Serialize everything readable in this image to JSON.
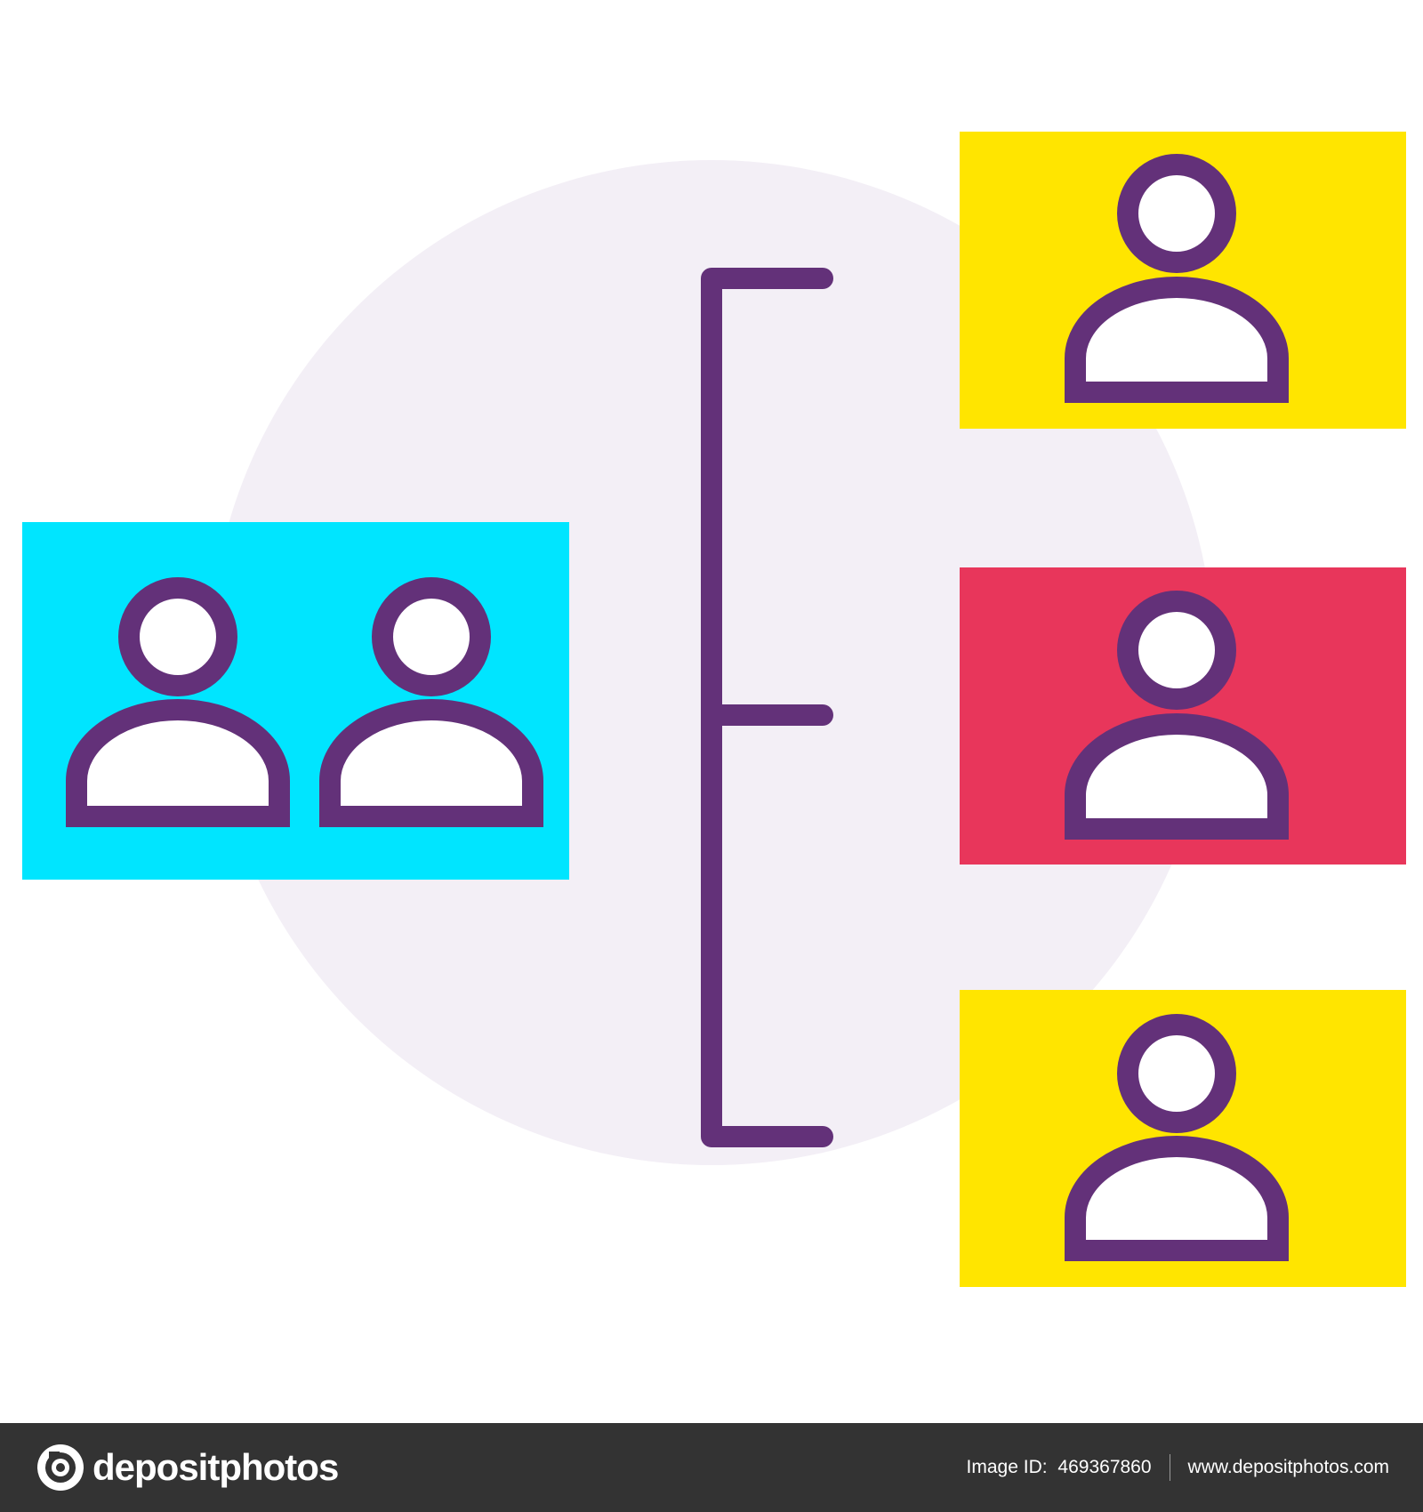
{
  "diagram": {
    "colors": {
      "background_circle": "#f3eff6",
      "stroke": "#633179",
      "figure_fill": "#ffffff",
      "team_box": "#00e5ff",
      "top_box": "#ffe500",
      "middle_box": "#e8365b",
      "bottom_box": "#ffe500"
    },
    "nodes": [
      {
        "id": "team",
        "people": 2,
        "color": "#00e5ff",
        "icon": "user-group-icon"
      },
      {
        "id": "member-top",
        "people": 1,
        "color": "#ffe500",
        "icon": "user-icon"
      },
      {
        "id": "member-middle",
        "people": 1,
        "color": "#e8365b",
        "icon": "user-icon"
      },
      {
        "id": "member-bottom",
        "people": 1,
        "color": "#ffe500",
        "icon": "user-icon"
      }
    ],
    "connector": {
      "icon": "bracket-connector",
      "branches": 3
    }
  },
  "footer": {
    "brand": "depositphotos",
    "image_id_label": "Image ID:",
    "image_id": "469367860",
    "site": "www.depositphotos.com",
    "logo_icon": "depositphotos-logo-icon"
  }
}
